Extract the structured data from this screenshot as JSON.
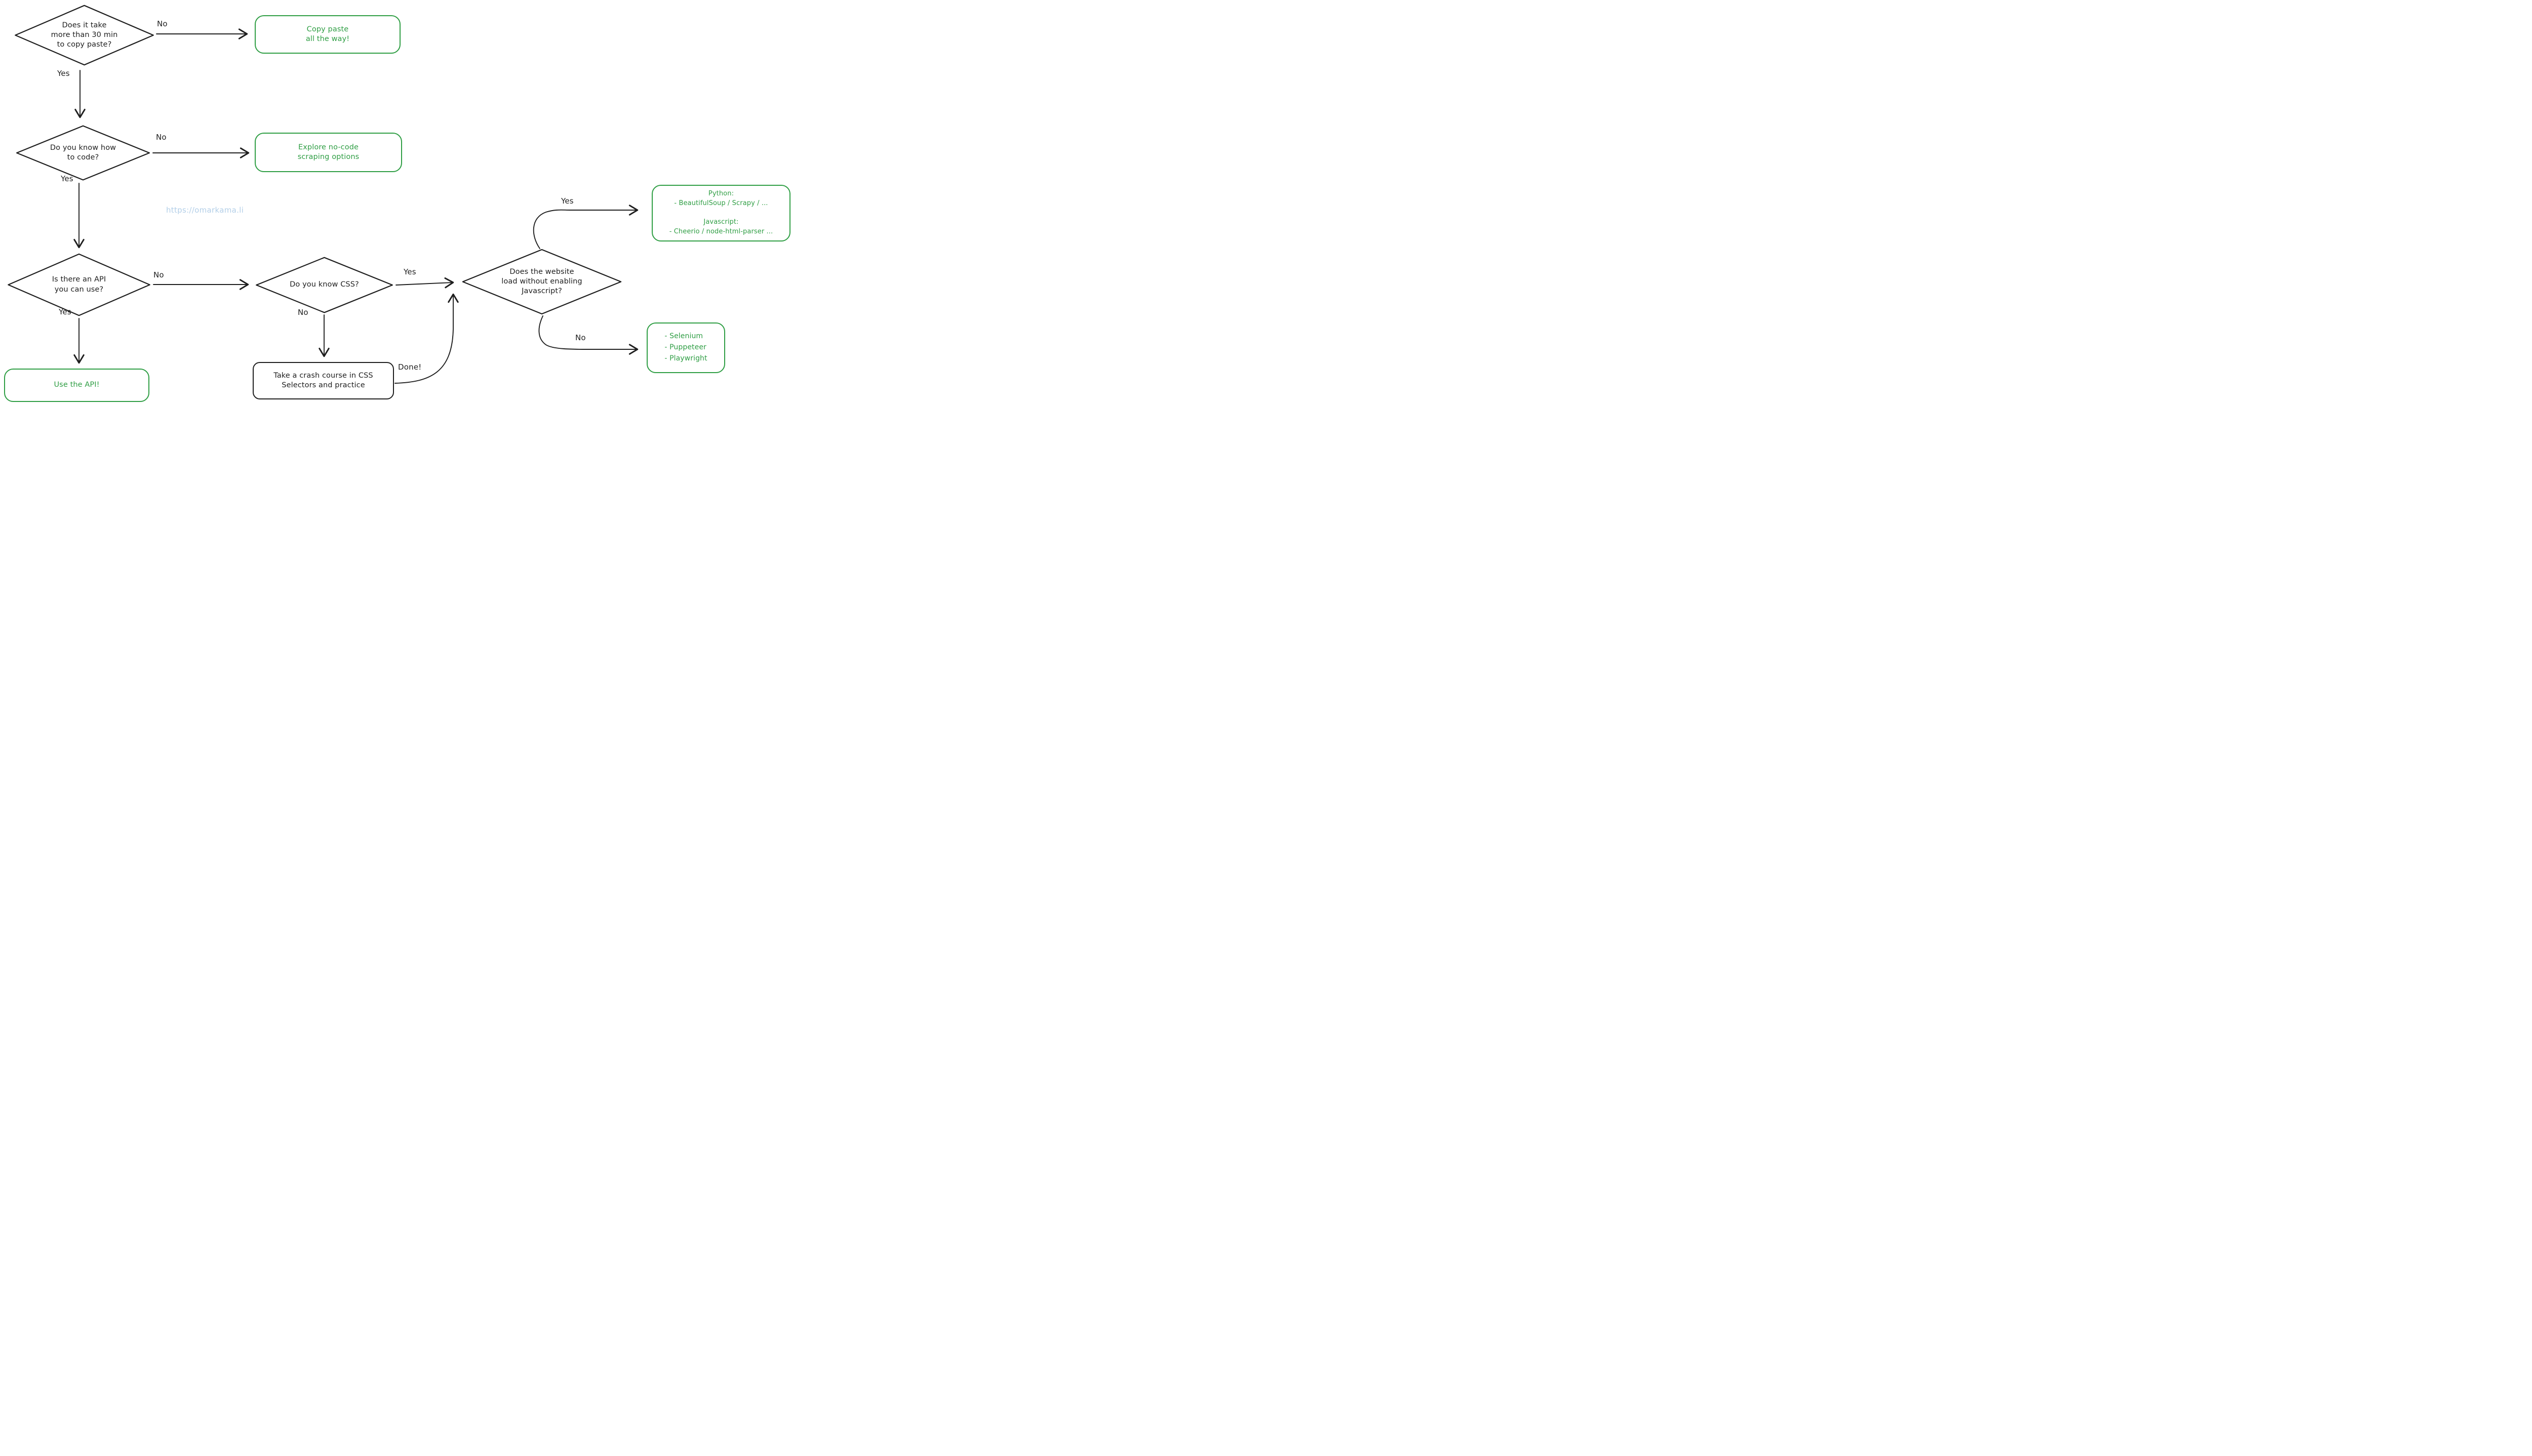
{
  "meta": {
    "kind": "hand-drawn flowchart",
    "topic": "web scraping decision flowchart"
  },
  "colors": {
    "ink": "#1e1e1e",
    "green": "#2f9e44",
    "watermark_blue": "#b3cfe8",
    "background": "#ffffff"
  },
  "watermark": {
    "text": "https://omarkama.li"
  },
  "nodes": {
    "copy_paste_decision": {
      "shape": "diamond",
      "label": "Does it take\nmore than 30 min\nto copy paste?"
    },
    "copy_paste_result": {
      "shape": "rounded-rect",
      "color": "green",
      "label": "Copy paste\nall the way!"
    },
    "know_code_decision": {
      "shape": "diamond",
      "label": "Do you know how\nto code?"
    },
    "no_code_result": {
      "shape": "rounded-rect",
      "color": "green",
      "label": "Explore no-code\nscraping options"
    },
    "api_decision": {
      "shape": "diamond",
      "label": "Is there an API\nyou can use?"
    },
    "use_api_result": {
      "shape": "rounded-rect",
      "color": "green",
      "label": "Use the API!"
    },
    "know_css_decision": {
      "shape": "diamond",
      "label": "Do you know CSS?"
    },
    "css_course_step": {
      "shape": "rounded-rect",
      "color": "ink",
      "label": "Take a crash course in CSS\nSelectors and practice"
    },
    "javascript_decision": {
      "shape": "diamond",
      "label": "Does the website\nload without enabling\nJavascript?"
    },
    "static_libraries_result": {
      "shape": "rounded-rect",
      "color": "green",
      "label": "Python:\n- BeautifulSoup / Scrapy / ...\n\nJavascript:\n- Cheerio / node-html-parser ..."
    },
    "browser_automation_result": {
      "shape": "rounded-rect",
      "color": "green",
      "label": "- Selenium\n- Puppeteer\n- Playwright"
    }
  },
  "edge_labels": {
    "copy_paste_no": "No",
    "copy_paste_yes": "Yes",
    "know_code_no": "No",
    "know_code_yes": "Yes",
    "api_no": "No",
    "api_yes": "Yes",
    "know_css_yes": "Yes",
    "know_css_no": "No",
    "css_course_done": "Done!",
    "javascript_yes": "Yes",
    "javascript_no": "No"
  }
}
